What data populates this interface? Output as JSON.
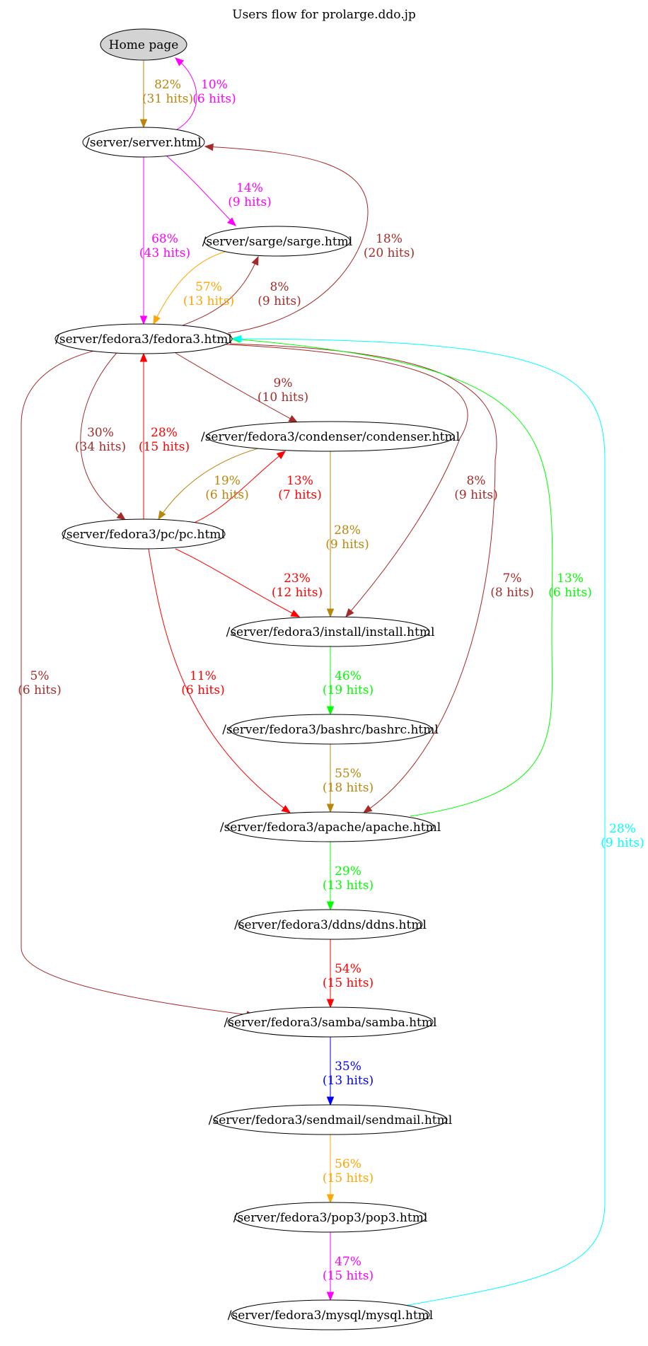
{
  "title": "Users flow for prolarge.ddo.jp",
  "colors": {
    "gold": "#b8860b",
    "magenta": "#ff00ff",
    "brown": "#a52a2a",
    "orange": "#ffa500",
    "red": "#ff0000",
    "green": "#00ff00",
    "cyan": "#00ffff",
    "blue": "#0000ff",
    "home_fill": "#d3d3d3"
  },
  "nodes": [
    {
      "id": "home",
      "label": "Home page",
      "fill": "#d3d3d3"
    },
    {
      "id": "server",
      "label": "/server/server.html"
    },
    {
      "id": "sarge",
      "label": "/server/sarge/sarge.html"
    },
    {
      "id": "fedora3",
      "label": "/server/fedora3/fedora3.html"
    },
    {
      "id": "condenser",
      "label": "/server/fedora3/condenser/condenser.html"
    },
    {
      "id": "pc",
      "label": "/server/fedora3/pc/pc.html"
    },
    {
      "id": "install",
      "label": "/server/fedora3/install/install.html"
    },
    {
      "id": "bashrc",
      "label": "/server/fedora3/bashrc/bashrc.html"
    },
    {
      "id": "apache",
      "label": "/server/fedora3/apache/apache.html"
    },
    {
      "id": "ddns",
      "label": "/server/fedora3/ddns/ddns.html"
    },
    {
      "id": "samba",
      "label": "/server/fedora3/samba/samba.html"
    },
    {
      "id": "sendmail",
      "label": "/server/fedora3/sendmail/sendmail.html"
    },
    {
      "id": "pop3",
      "label": "/server/fedora3/pop3/pop3.html"
    },
    {
      "id": "mysql",
      "label": "/server/fedora3/mysql/mysql.html"
    }
  ],
  "edges": [
    {
      "from": "home",
      "to": "server",
      "pct": "82%",
      "hits": "(31 hits)",
      "color": "#b8860b"
    },
    {
      "from": "server",
      "to": "home",
      "pct": "10%",
      "hits": "(6 hits)",
      "color": "#ff00ff"
    },
    {
      "from": "server",
      "to": "sarge",
      "pct": "14%",
      "hits": "(9 hits)",
      "color": "#ff00ff"
    },
    {
      "from": "server",
      "to": "fedora3",
      "pct": "68%",
      "hits": "(43 hits)",
      "color": "#ff00ff"
    },
    {
      "from": "fedora3",
      "to": "server",
      "pct": "18%",
      "hits": "(20 hits)",
      "color": "#a52a2a"
    },
    {
      "from": "sarge",
      "to": "fedora3",
      "pct": "57%",
      "hits": "(13 hits)",
      "color": "#ffa500"
    },
    {
      "from": "fedora3",
      "to": "sarge",
      "pct": "8%",
      "hits": "(9 hits)",
      "color": "#a52a2a"
    },
    {
      "from": "fedora3",
      "to": "condenser",
      "pct": "9%",
      "hits": "(10 hits)",
      "color": "#a52a2a"
    },
    {
      "from": "fedora3",
      "to": "pc",
      "pct": "30%",
      "hits": "(34 hits)",
      "color": "#a52a2a"
    },
    {
      "from": "pc",
      "to": "fedora3",
      "pct": "28%",
      "hits": "(15 hits)",
      "color": "#ff0000"
    },
    {
      "from": "condenser",
      "to": "pc",
      "pct": "19%",
      "hits": "(6 hits)",
      "color": "#b8860b"
    },
    {
      "from": "pc",
      "to": "condenser",
      "pct": "13%",
      "hits": "(7 hits)",
      "color": "#ff0000"
    },
    {
      "from": "condenser",
      "to": "install",
      "pct": "28%",
      "hits": "(9 hits)",
      "color": "#b8860b"
    },
    {
      "from": "fedora3",
      "to": "install",
      "pct": "8%",
      "hits": "(9 hits)",
      "color": "#a52a2a"
    },
    {
      "from": "fedora3",
      "to": "apache",
      "pct": "7%",
      "hits": "(8 hits)",
      "color": "#a52a2a"
    },
    {
      "from": "apache",
      "to": "fedora3",
      "pct": "13%",
      "hits": "(6 hits)",
      "color": "#00ff00"
    },
    {
      "from": "pc",
      "to": "install",
      "pct": "23%",
      "hits": "(12 hits)",
      "color": "#ff0000"
    },
    {
      "from": "fedora3",
      "to": "samba",
      "pct": "5%",
      "hits": "(6 hits)",
      "color": "#a52a2a"
    },
    {
      "from": "pc",
      "to": "apache",
      "pct": "11%",
      "hits": "(6 hits)",
      "color": "#ff0000"
    },
    {
      "from": "install",
      "to": "bashrc",
      "pct": "46%",
      "hits": "(19 hits)",
      "color": "#00ff00"
    },
    {
      "from": "bashrc",
      "to": "apache",
      "pct": "55%",
      "hits": "(18 hits)",
      "color": "#b8860b"
    },
    {
      "from": "apache",
      "to": "ddns",
      "pct": "29%",
      "hits": "(13 hits)",
      "color": "#00ff00"
    },
    {
      "from": "ddns",
      "to": "samba",
      "pct": "54%",
      "hits": "(15 hits)",
      "color": "#ff0000"
    },
    {
      "from": "samba",
      "to": "sendmail",
      "pct": "35%",
      "hits": "(13 hits)",
      "color": "#0000ff"
    },
    {
      "from": "sendmail",
      "to": "pop3",
      "pct": "56%",
      "hits": "(15 hits)",
      "color": "#ffa500"
    },
    {
      "from": "pop3",
      "to": "mysql",
      "pct": "47%",
      "hits": "(15 hits)",
      "color": "#ff00ff"
    },
    {
      "from": "mysql",
      "to": "fedora3",
      "pct": "28%",
      "hits": "(9 hits)",
      "color": "#00ffff"
    }
  ]
}
